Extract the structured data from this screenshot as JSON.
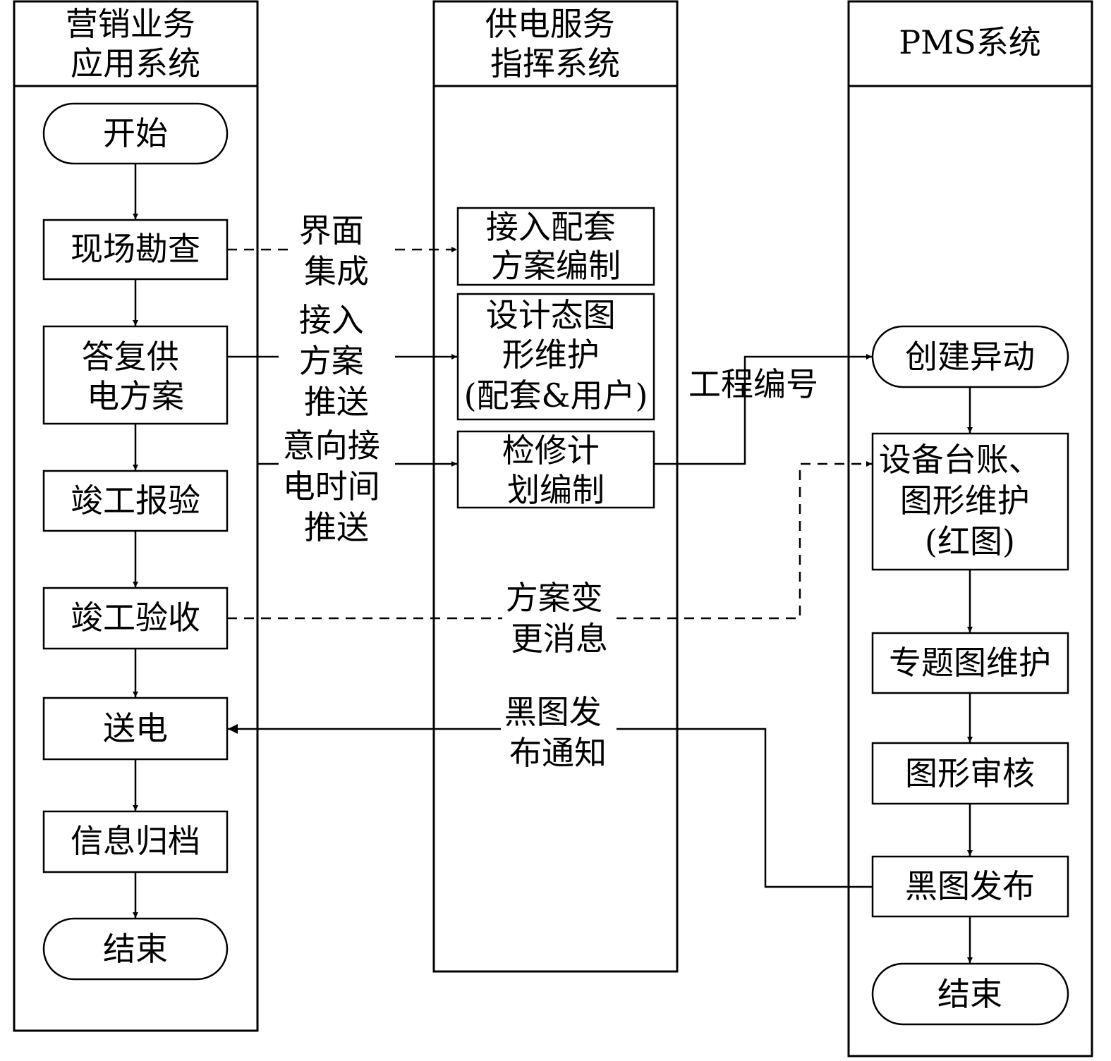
{
  "lanes": {
    "marketing": [
      "营销业务",
      "应用系统"
    ],
    "command": [
      "供电服务",
      "指挥系统"
    ],
    "pms": [
      "PMS系统"
    ]
  },
  "marketing_nodes": {
    "start": [
      "开始"
    ],
    "survey": [
      "现场勘查"
    ],
    "reply": [
      "答复供",
      "电方案"
    ],
    "report": [
      "竣工报验"
    ],
    "acceptance": [
      "竣工验收"
    ],
    "power_on": [
      "送电"
    ],
    "archive": [
      "信息归档"
    ],
    "end": [
      "结束"
    ]
  },
  "command_nodes": {
    "plan_compile": [
      "接入配套",
      "方案编制"
    ],
    "design_graph": [
      "设计态图",
      "形维护",
      "(配套&用户)"
    ],
    "maintenance_plan": [
      "检修计",
      "划编制"
    ]
  },
  "pms_nodes": {
    "create_change": [
      "创建异动"
    ],
    "ledger": [
      "设备台账、",
      "图形维护",
      "(红图)"
    ],
    "thematic": [
      "专题图维护"
    ],
    "review": [
      "图形审核"
    ],
    "publish": [
      "黑图发布"
    ],
    "end": [
      "结束"
    ]
  },
  "flow_labels": {
    "interface": [
      "界面",
      "集成"
    ],
    "push_plan": [
      "接入",
      "方案",
      "推送"
    ],
    "push_time": [
      "意向接",
      "电时间",
      "推送"
    ],
    "project_no": [
      "工程编号"
    ],
    "plan_change": [
      "方案变",
      "更消息"
    ],
    "black_notice": [
      "黑图发",
      "布通知"
    ]
  }
}
